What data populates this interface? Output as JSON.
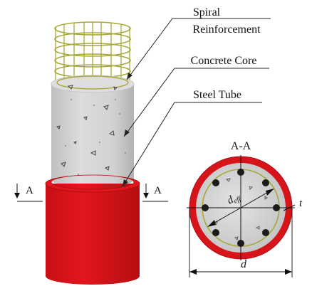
{
  "labels": {
    "spiral_line1": "Spiral",
    "spiral_line2": "Reinforcement",
    "concrete_core": "Concrete Core",
    "steel_tube": "Steel Tube",
    "section_title": "A-A",
    "section_mark_left": "A",
    "section_mark_right": "A",
    "deff_main": "d",
    "deff_sub": "eff",
    "thickness": "t",
    "diameter": "d"
  },
  "colors": {
    "steel": "#d8141b",
    "steel_dark": "#a80e12",
    "concrete": "#d4d4d4",
    "concrete_dark": "#b9b9b9",
    "spiral": "#a7a83a",
    "rebar": "#1b1b1b"
  }
}
